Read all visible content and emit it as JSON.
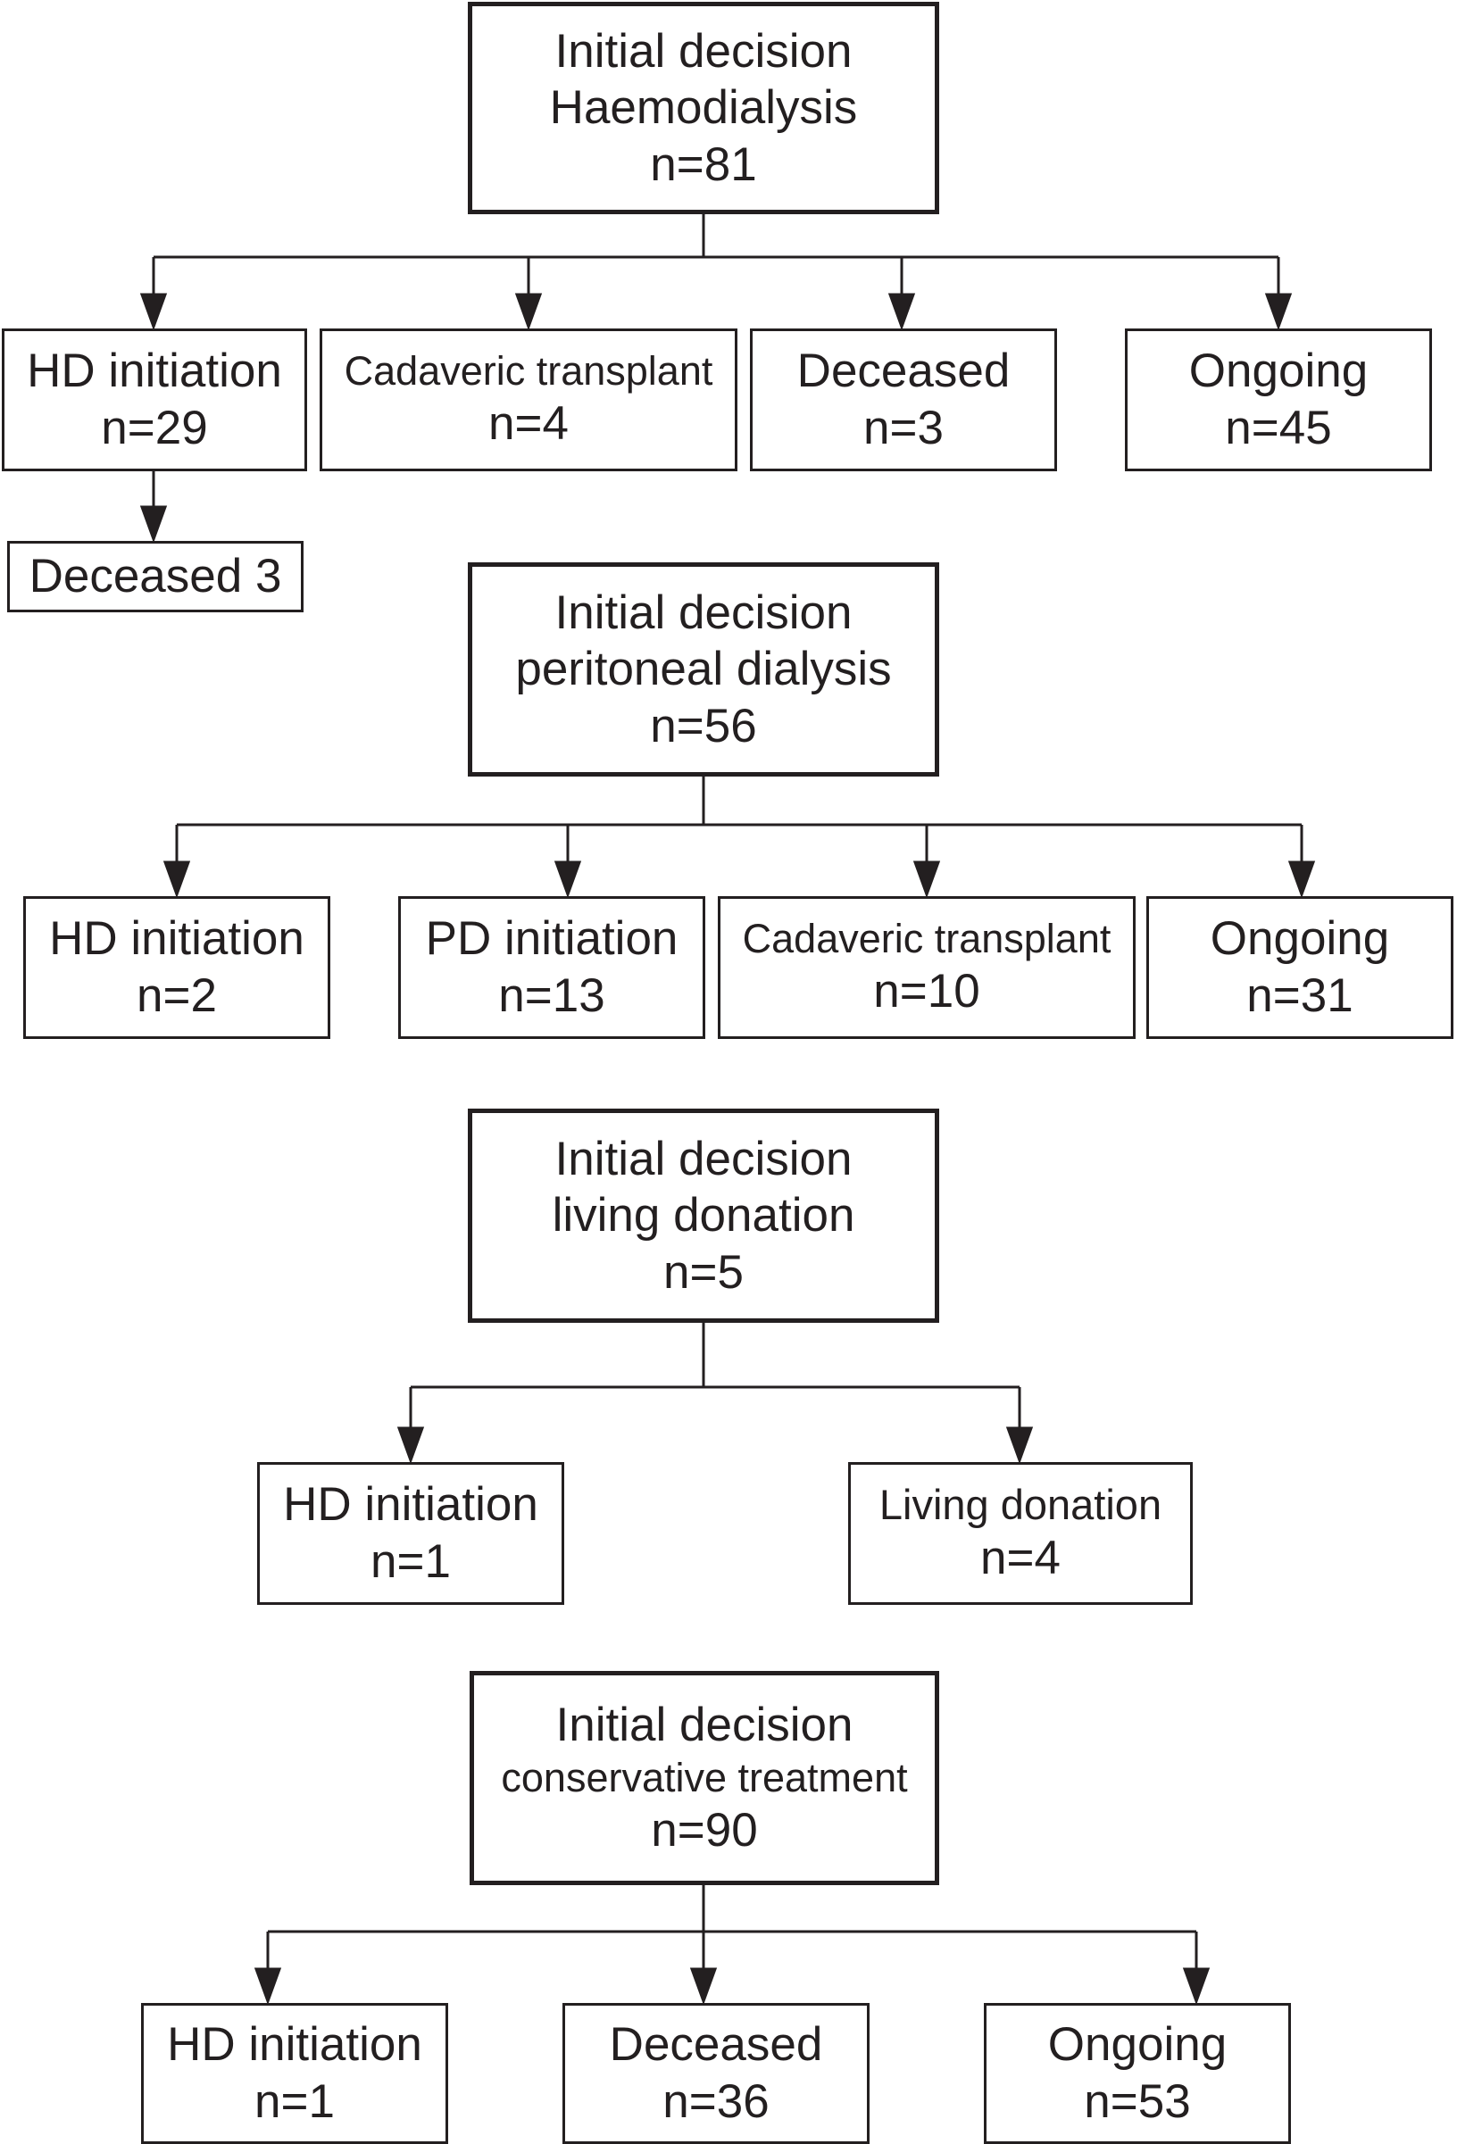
{
  "sections": [
    {
      "root": {
        "line1": "Initial decision",
        "line2": "Haemodialysis",
        "line3": "n=81"
      },
      "children": [
        {
          "label": "HD initiation",
          "count": "n=29"
        },
        {
          "label": "Cadaveric transplant",
          "count": "n=4"
        },
        {
          "label": "Deceased",
          "count": "n=3"
        },
        {
          "label": "Ongoing",
          "count": "n=45"
        }
      ],
      "sub_outcome": {
        "label": "Deceased 3"
      }
    },
    {
      "root": {
        "line1": "Initial decision",
        "line2": "peritoneal dialysis",
        "line3": "n=56"
      },
      "children": [
        {
          "label": "HD initiation",
          "count": "n=2"
        },
        {
          "label": "PD initiation",
          "count": "n=13"
        },
        {
          "label": "Cadaveric transplant",
          "count": "n=10"
        },
        {
          "label": "Ongoing",
          "count": "n=31"
        }
      ]
    },
    {
      "root": {
        "line1": "Initial decision",
        "line2": "living donation",
        "line3": "n=5"
      },
      "children": [
        {
          "label": "HD initiation",
          "count": "n=1"
        },
        {
          "label": "Living donation",
          "count": "n=4"
        }
      ]
    },
    {
      "root": {
        "line1": "Initial decision",
        "line2": "conservative treatment",
        "line3": "n=90"
      },
      "children": [
        {
          "label": "HD initiation",
          "count": "n=1"
        },
        {
          "label": "Deceased",
          "count": "n=36"
        },
        {
          "label": "Ongoing",
          "count": "n=53"
        }
      ]
    }
  ]
}
